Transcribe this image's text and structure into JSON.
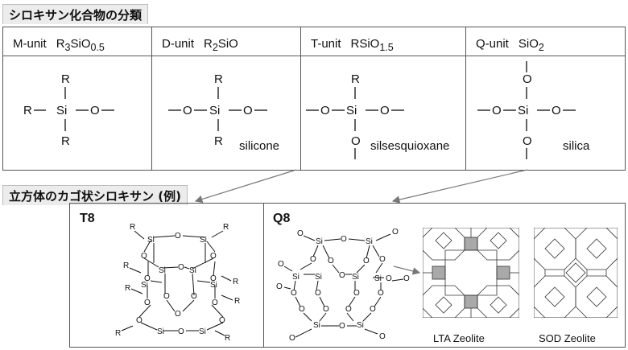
{
  "section1_title": "シロキサン化合物の分類",
  "section2_title": "立方体のカゴ状シロキサン (例)",
  "units": [
    {
      "name": "M-unit",
      "formula_main": "R",
      "formula_sub1": "3",
      "formula_mid": "SiO",
      "formula_sub2": "0.5",
      "example": ""
    },
    {
      "name": "D-unit",
      "formula_main": "R",
      "formula_sub1": "2",
      "formula_mid": "SiO",
      "formula_sub2": "",
      "example": "silicone"
    },
    {
      "name": "T-unit",
      "formula_main": "RSiO",
      "formula_sub1": "",
      "formula_mid": "",
      "formula_sub2": "1.5",
      "example": "silsesquioxane"
    },
    {
      "name": "Q-unit",
      "formula_main": "SiO",
      "formula_sub1": "",
      "formula_mid": "",
      "formula_sub2": "2",
      "example": "silica"
    }
  ],
  "atoms": {
    "si": "Si",
    "o": "O",
    "r": "R",
    "dash": "—"
  },
  "cages": {
    "t8_label": "T8",
    "q8_label": "Q8"
  },
  "zeolites": {
    "lta": "LTA Zeolite",
    "sod": "SOD Zeolite"
  },
  "colors": {
    "border": "#555555",
    "title_bg": "#ececec",
    "zeolite_fill": "#a9a9a9",
    "arrow": "#777777"
  }
}
